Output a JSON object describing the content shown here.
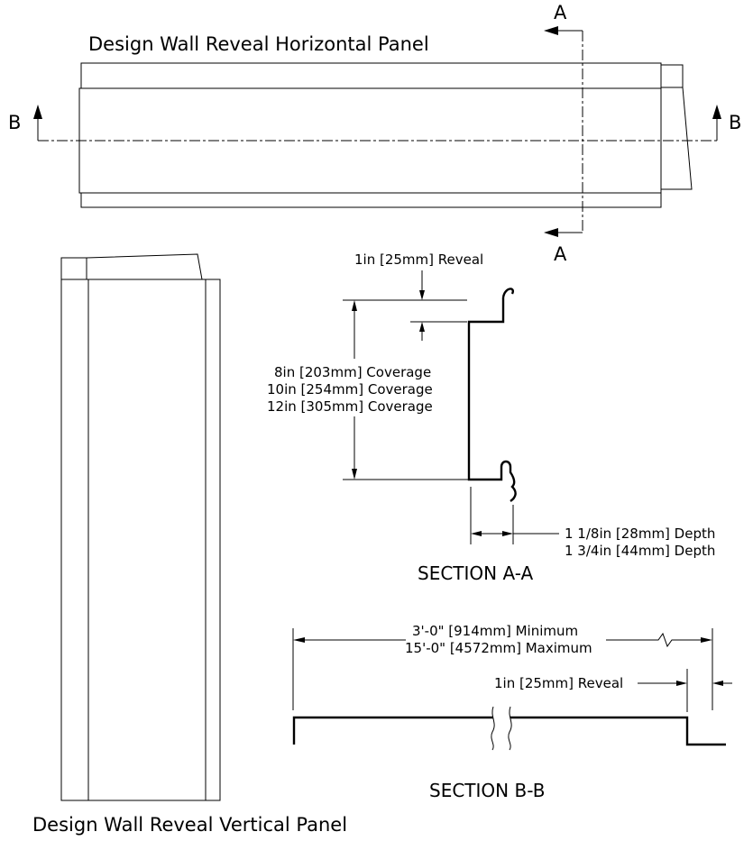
{
  "horizontal_panel": {
    "title": "Design Wall Reveal Horizontal Panel"
  },
  "vertical_panel": {
    "title": "Design Wall Reveal Vertical Panel"
  },
  "section_markers": {
    "a_top": "A",
    "a_bottom": "A",
    "b_left": "B",
    "b_right": "B"
  },
  "section_aa": {
    "title": "SECTION A-A",
    "reveal_label": "1in [25mm] Reveal",
    "coverage_labels": [
      "8in [203mm] Coverage",
      "10in [254mm] Coverage",
      "12in [305mm] Coverage"
    ],
    "depth_labels": [
      "1 1/8in [28mm] Depth",
      "1 3/4in [44mm] Depth"
    ]
  },
  "section_bb": {
    "title": "SECTION B-B",
    "length_labels": [
      "3'-0\" [914mm] Minimum",
      "15'-0\" [4572mm] Maximum"
    ],
    "reveal_label": "1in [25mm] Reveal"
  }
}
